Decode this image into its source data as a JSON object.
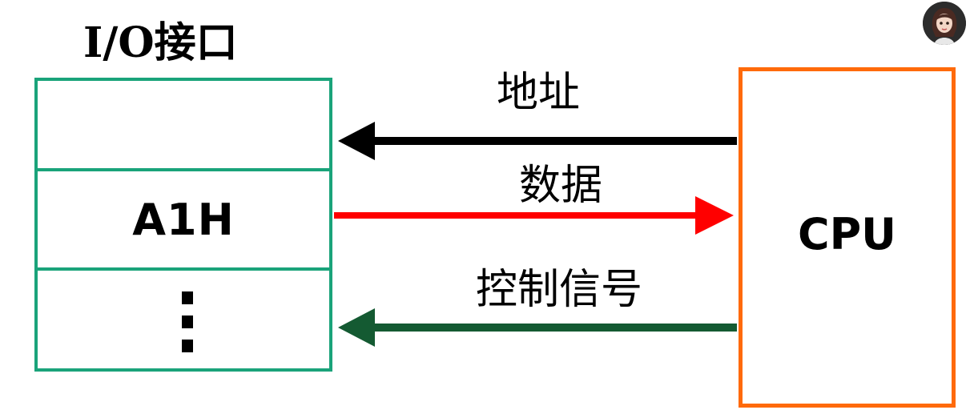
{
  "io_interface": {
    "title": "I/O接口",
    "rows": [
      "",
      "A1H",
      "⋮"
    ]
  },
  "cpu": {
    "label": "CPU"
  },
  "buses": {
    "address_label": "地址",
    "data_label": "数据",
    "control_label": "控制信号"
  },
  "colors": {
    "io_border": "#1aa37a",
    "cpu_border": "#ff6a0a",
    "address_arrow": "#000000",
    "data_arrow": "#ff0000",
    "control_arrow": "#145a32"
  },
  "avatar": {
    "icon": "user-avatar-icon"
  }
}
